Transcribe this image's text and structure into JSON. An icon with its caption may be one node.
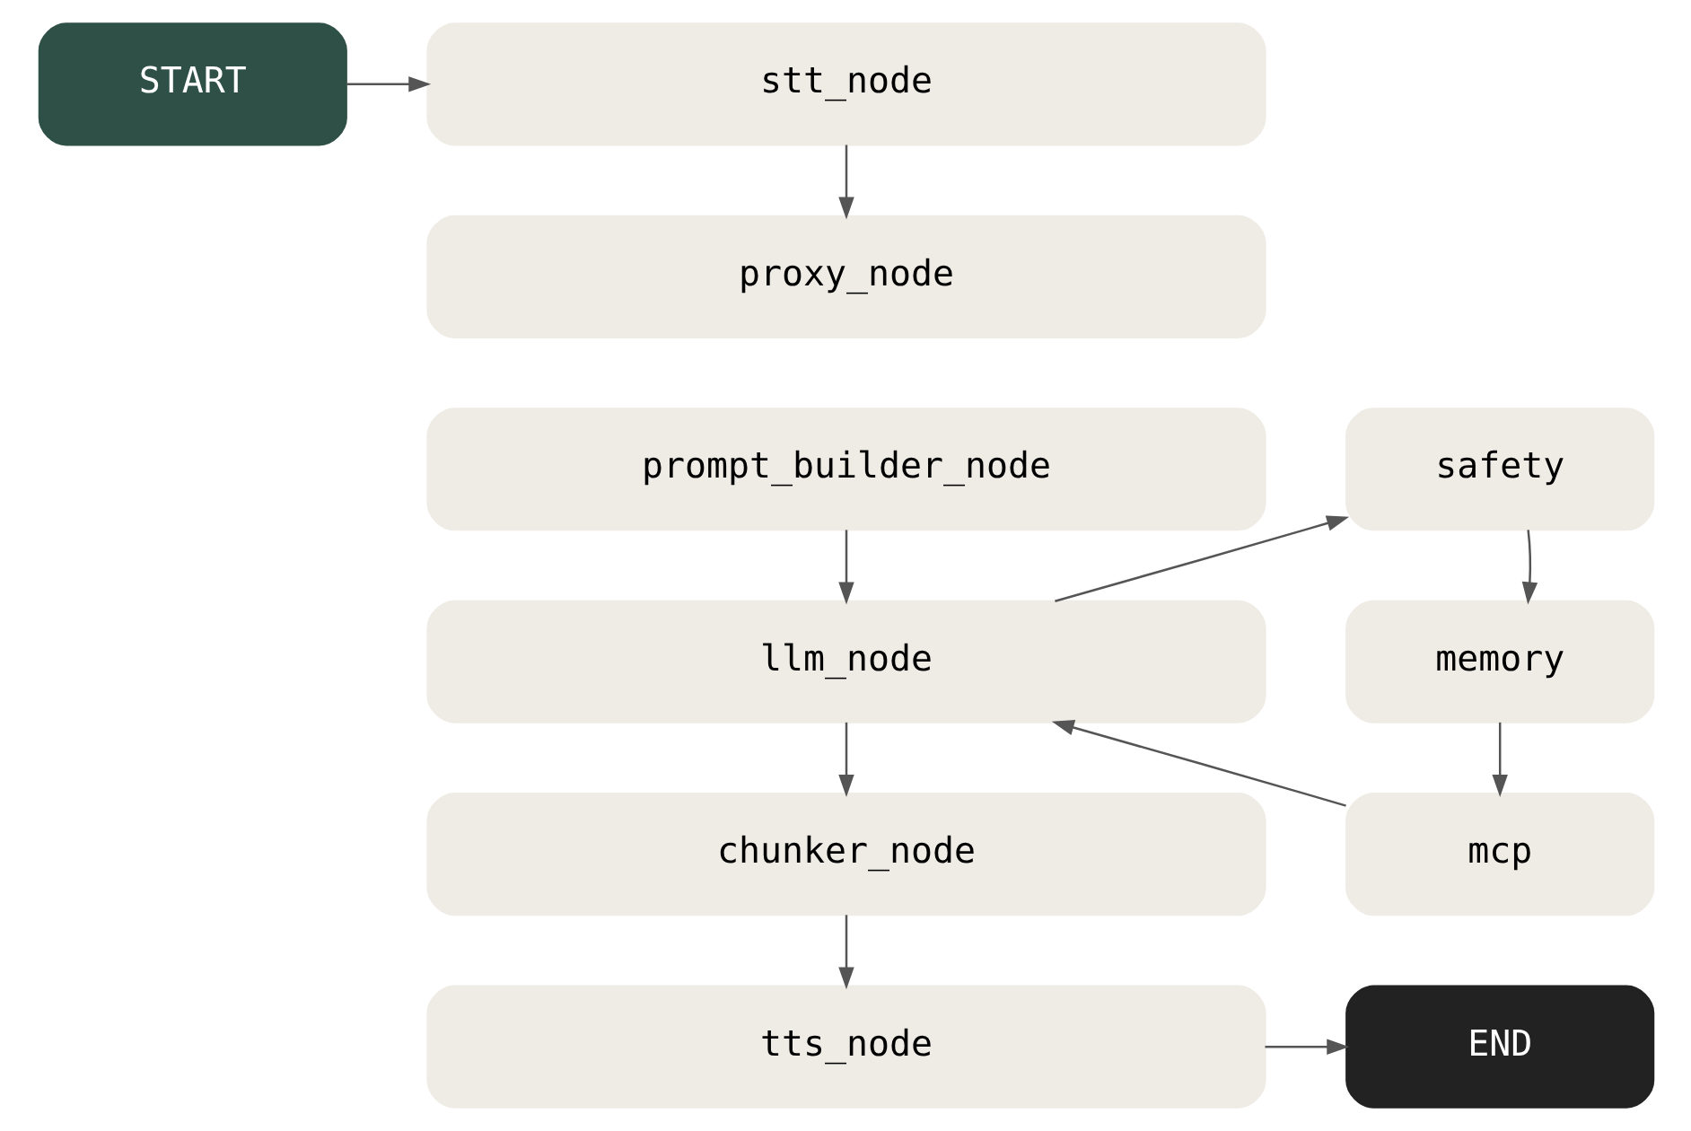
{
  "diagram": {
    "nodes": [
      {
        "text": [
          "START"
        ]
      },
      {
        "text": [
          "stt_node"
        ]
      },
      {
        "text": [
          "proxy_node"
        ]
      },
      {
        "text": [
          "safety"
        ]
      },
      {
        "text": [
          "prompt_builder_node"
        ]
      },
      {
        "text": [
          "memory"
        ]
      },
      {
        "text": [
          "llm_node"
        ]
      },
      {
        "text": [
          "mcp"
        ]
      },
      {
        "text": [
          "chunker_node"
        ]
      },
      {
        "text": [
          "END"
        ]
      },
      {
        "text": [
          "tts_node"
        ]
      }
    ],
    "edges": [
      {
        "from": 0,
        "to": 1,
        "arrow": "to"
      },
      {
        "from": 1,
        "to": 2,
        "arrow": "to"
      },
      {
        "from": 4,
        "to": 6,
        "arrow": "to"
      },
      {
        "from": 6,
        "to": 3,
        "arrow": "to"
      },
      {
        "from": 3,
        "to": 5,
        "arrow": "to"
      },
      {
        "from": 5,
        "to": 7,
        "arrow": "to"
      },
      {
        "from": 7,
        "to": 6,
        "arrow": "to"
      },
      {
        "from": 6,
        "to": 8,
        "arrow": "to"
      },
      {
        "from": 8,
        "to": 10,
        "arrow": "to"
      },
      {
        "from": 10,
        "to": 9,
        "arrow": "to"
      }
    ]
  }
}
